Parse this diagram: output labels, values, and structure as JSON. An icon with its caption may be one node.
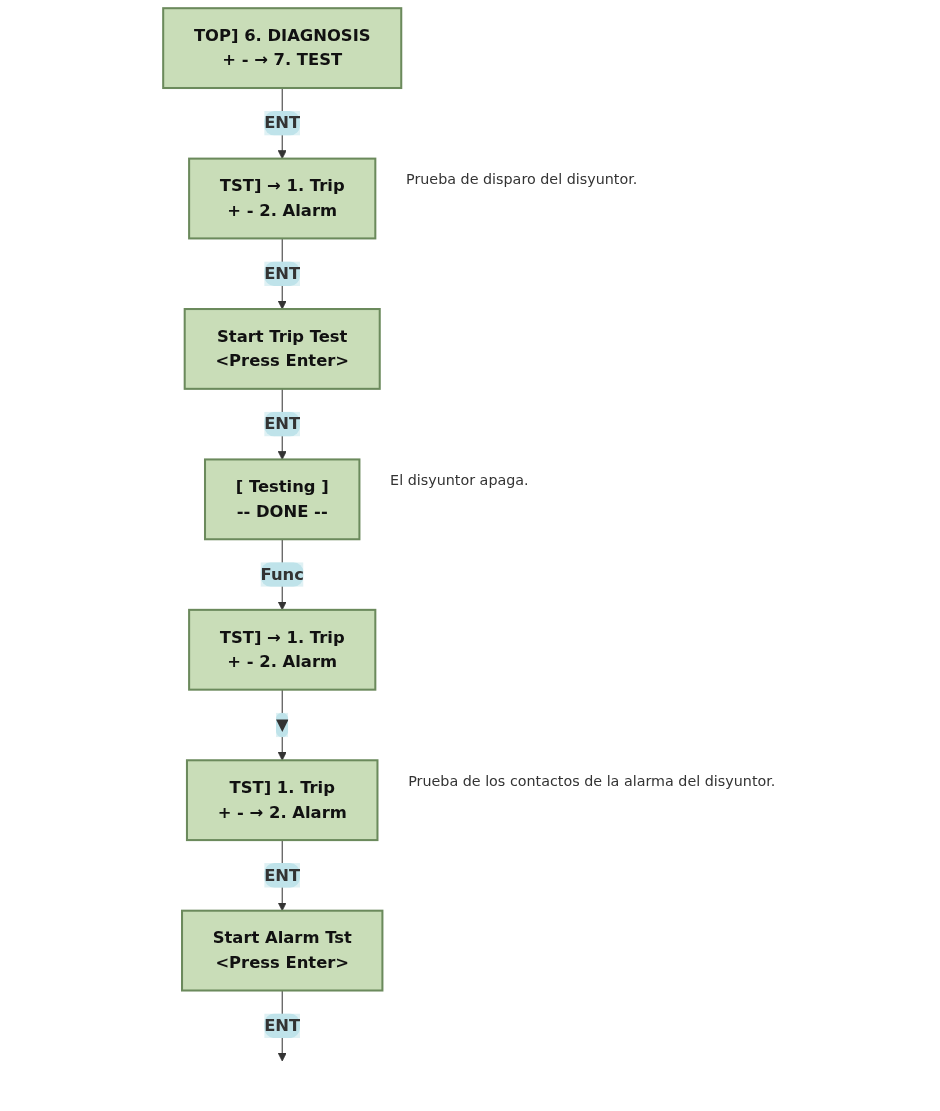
{
  "diagram": {
    "nodes": [
      {
        "text": [
          "TOP] 6. DIAGNOSIS",
          "+ - → 7. TEST"
        ]
      },
      {
        "text": [
          "TST] → 1. Trip",
          "+ - 2. Alarm"
        ],
        "beside": [
          "Prueba de disparo del disyuntor."
        ]
      },
      {
        "text": [
          "Start Trip Test",
          "<Press Enter>"
        ]
      },
      {
        "text": [
          "[ Testing ]",
          "-- DONE --"
        ],
        "beside": [
          "El disyuntor apaga."
        ]
      },
      {
        "text": [
          "TST] → 1. Trip",
          "+ - 2. Alarm"
        ]
      },
      {
        "text": [
          "TST] 1. Trip",
          "+ - → 2. Alarm"
        ],
        "beside": [
          "Prueba de los contactos de la alarma del disyuntor."
        ]
      },
      {
        "text": [
          "Start Alarm Tst",
          "<Press Enter>"
        ]
      }
    ],
    "edges": [
      {
        "from": 0,
        "to": 1,
        "arrow": "to",
        "label": "ENT"
      },
      {
        "from": 1,
        "to": 2,
        "arrow": "to",
        "label": "ENT"
      },
      {
        "from": 2,
        "to": 3,
        "arrow": "to",
        "label": "ENT"
      },
      {
        "from": 3,
        "to": 4,
        "arrow": "to",
        "label": "Func"
      },
      {
        "from": 4,
        "to": 5,
        "arrow": "to",
        "label": "▼"
      },
      {
        "from": 5,
        "to": 6,
        "arrow": "to",
        "label": "ENT"
      },
      {
        "from": 6,
        "to": null,
        "arrow": "to",
        "label": "ENT"
      }
    ]
  }
}
